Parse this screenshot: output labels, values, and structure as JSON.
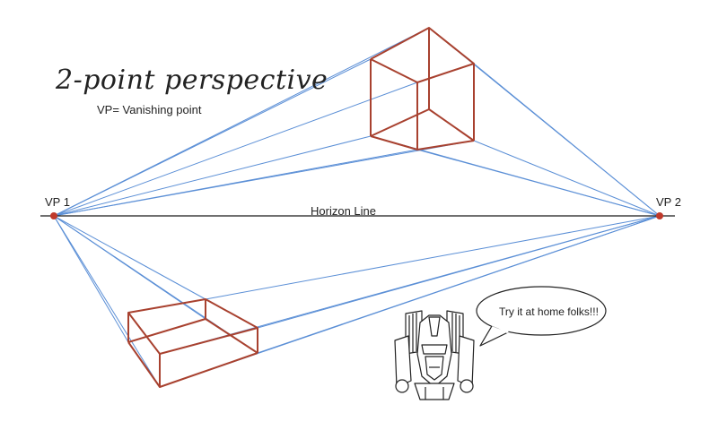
{
  "title": "2-point perspective",
  "subtitle": "VP= Vanishing point",
  "vp1_label": "VP 1",
  "vp2_label": "VP 2",
  "horizon_label": "Horizon Line",
  "bubble_text": "Try it at home folks!!!",
  "colors": {
    "guide_lines": "#5b8fd6",
    "box_edges": "#a8412f",
    "vanishing_point": "#c0392b",
    "horizon": "#1a1a1a"
  }
}
